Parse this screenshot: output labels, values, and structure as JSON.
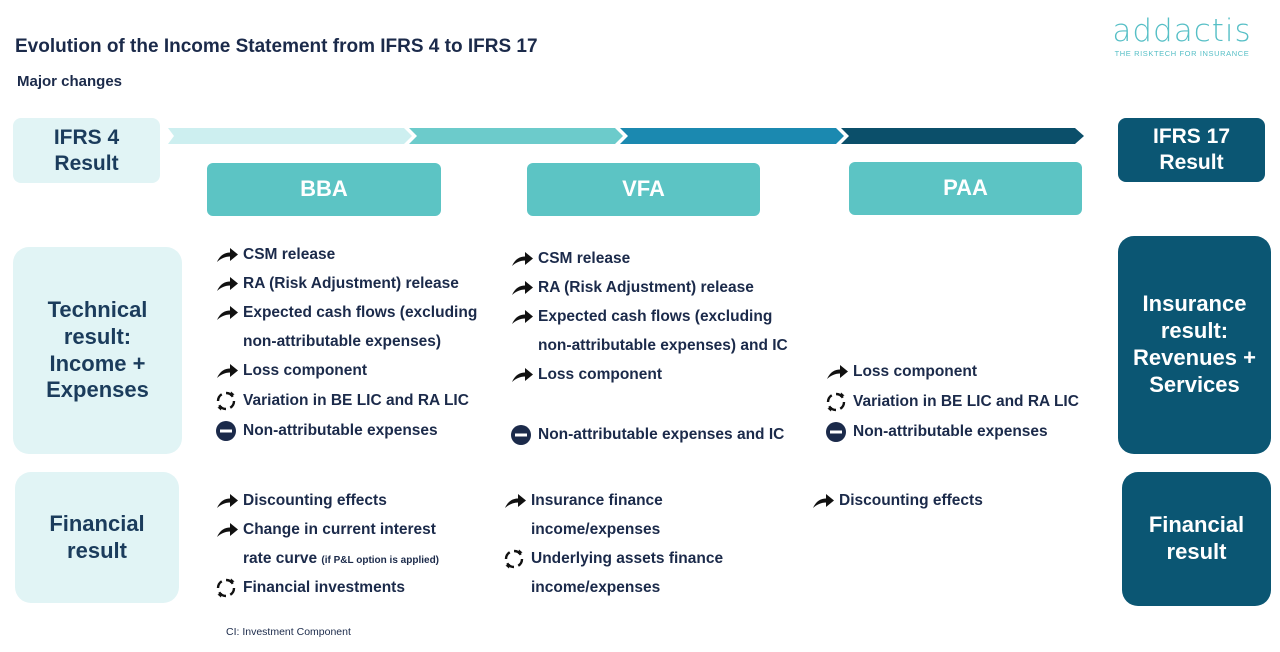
{
  "header": {
    "title": "Evolution of the Income Statement from IFRS 4 to IFRS 17",
    "subtitle": "Major changes"
  },
  "logo": {
    "name": "addactis",
    "tagline": "THE RISKTECH FOR INSURANCE"
  },
  "colors": {
    "light_box": "#e1f4f5",
    "dark_box": "#0b5673",
    "teal_box": "#5cc4c4",
    "text": "#1b2a4a",
    "arrow_segments": [
      "#cdeff0",
      "#6ccbcb",
      "#1b89b0",
      "#0b4f6a"
    ]
  },
  "left_headers": {
    "ifrs4": "IFRS 4 Result",
    "technical": "Technical result: Income + Expenses",
    "financial": "Financial result"
  },
  "right_headers": {
    "ifrs17": "IFRS 17 Result",
    "insurance": "Insurance result: Revenues + Services",
    "financial": "Financial result"
  },
  "models": [
    "BBA",
    "VFA",
    "PAA"
  ],
  "technical": {
    "bba": [
      {
        "icon": "arrow-icon",
        "text": "CSM release"
      },
      {
        "icon": "arrow-icon",
        "text": "RA (Risk Adjustment) release"
      },
      {
        "icon": "arrow-icon",
        "text": "Expected cash flows (excluding",
        "text2": "non-attributable expenses)"
      },
      {
        "icon": "arrow-icon",
        "text": "Loss component"
      },
      {
        "icon": "cycle-icon",
        "text": "Variation in BE LIC and RA LIC"
      },
      {
        "icon": "minus-icon",
        "text": "Non-attributable expenses"
      }
    ],
    "vfa": [
      {
        "icon": "arrow-icon",
        "text": "CSM release"
      },
      {
        "icon": "arrow-icon",
        "text": "RA (Risk Adjustment) release"
      },
      {
        "icon": "arrow-icon",
        "text": "Expected cash flows (excluding",
        "text2": "non-attributable expenses) and IC"
      },
      {
        "icon": "arrow-icon",
        "text": "Loss component"
      },
      {
        "icon": "minus-icon",
        "text": "Non-attributable expenses and IC"
      }
    ],
    "paa": [
      {
        "icon": "arrow-icon",
        "text": "Loss component"
      },
      {
        "icon": "cycle-icon",
        "text": "Variation in BE LIC and RA LIC"
      },
      {
        "icon": "minus-icon",
        "text": "Non-attributable expenses"
      }
    ]
  },
  "financial": {
    "bba": [
      {
        "icon": "arrow-icon",
        "text": "Discounting effects"
      },
      {
        "icon": "arrow-icon",
        "text": "Change in current interest",
        "text2": "rate curve",
        "note": "(if P&L option is applied)"
      },
      {
        "icon": "cycle-icon",
        "text": "Financial investments"
      }
    ],
    "vfa": [
      {
        "icon": "arrow-icon",
        "text": "Insurance finance",
        "text2": "income/expenses"
      },
      {
        "icon": "cycle-icon",
        "text": "Underlying assets finance",
        "text2": "income/expenses"
      }
    ],
    "paa": [
      {
        "icon": "arrow-icon",
        "text": "Discounting effects"
      }
    ]
  },
  "footnote": "CI: Investment Component"
}
